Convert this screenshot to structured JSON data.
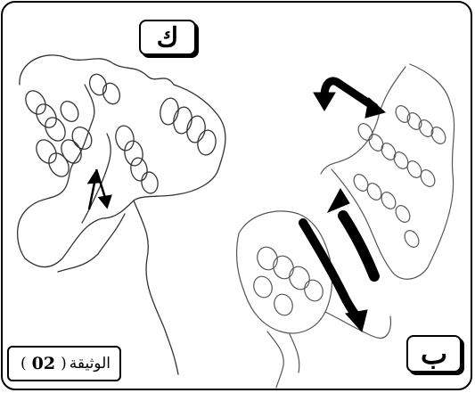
{
  "labels": {
    "panel_k": "ك",
    "panel_b": "ب"
  },
  "caption": {
    "word": "الوثيقة",
    "open": "(",
    "number": "02",
    "close": ")"
  },
  "colors": {
    "ink": "#000000",
    "sketch": "#333333",
    "sketch_light": "#777777",
    "paper": "#ffffff"
  }
}
